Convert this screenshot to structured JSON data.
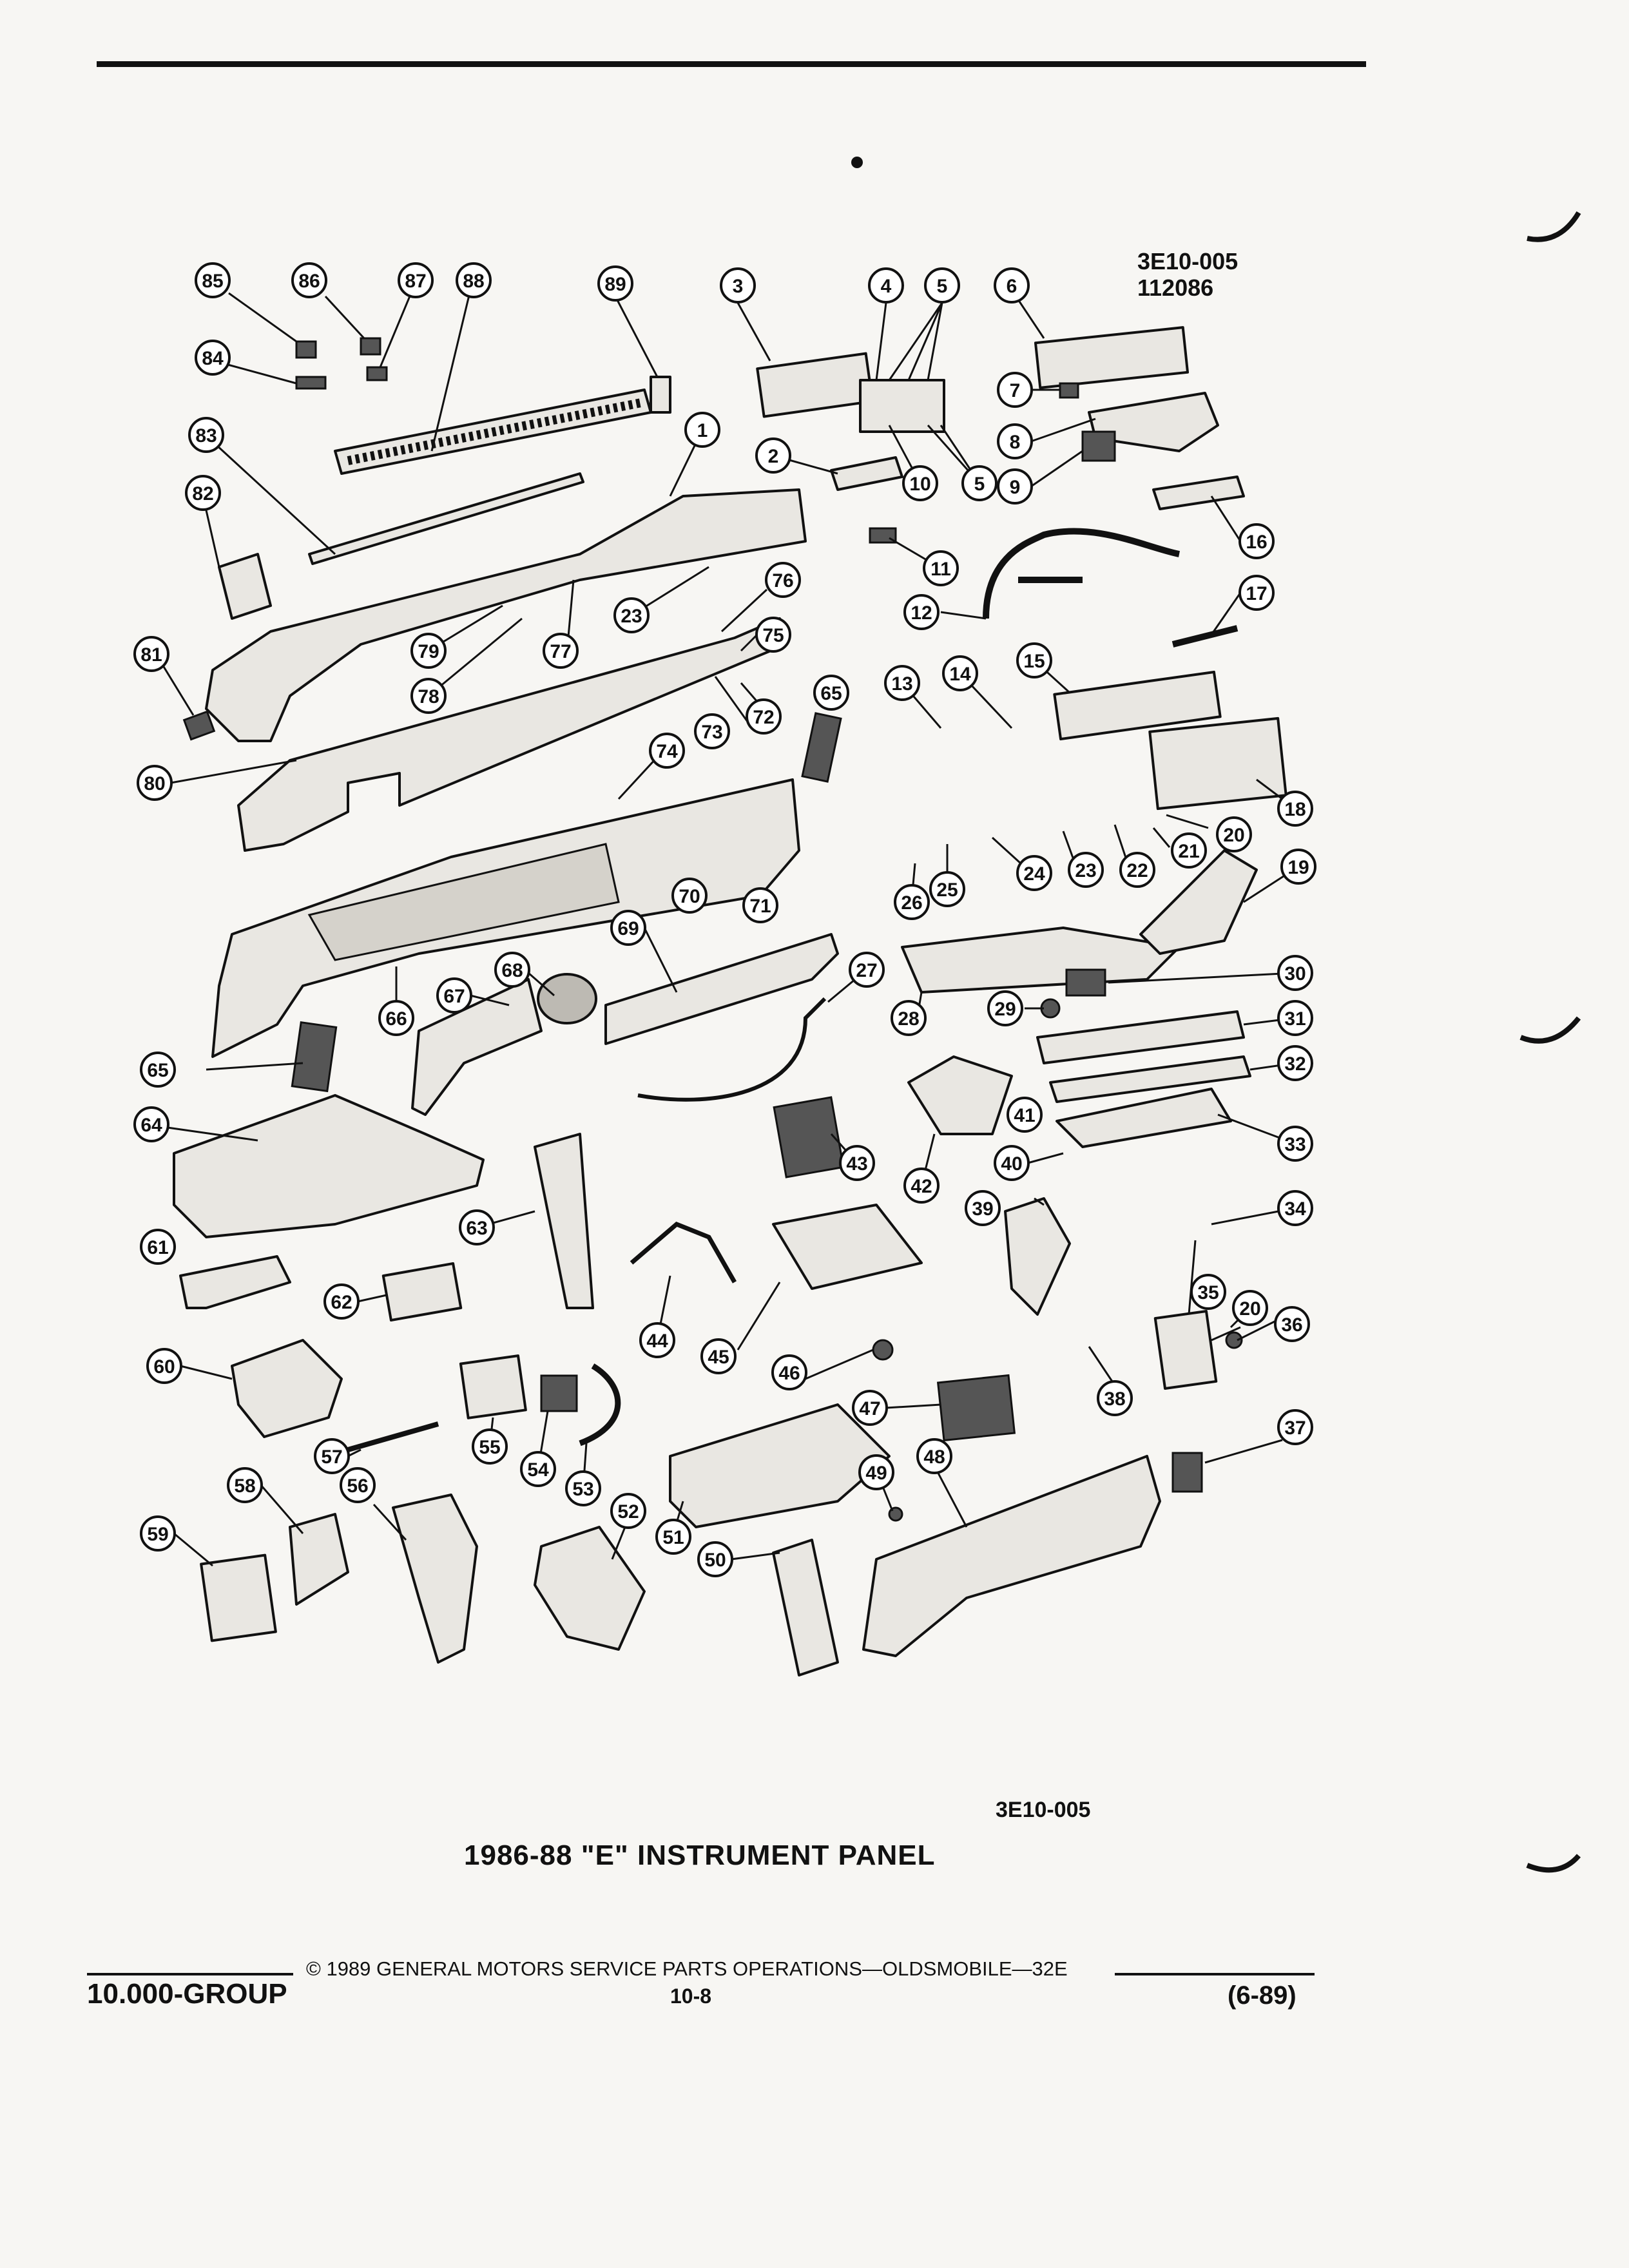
{
  "header": {
    "ref_code": "3E10-005",
    "ref_number": "112086"
  },
  "diagram": {
    "callouts": [
      "1",
      "2",
      "3",
      "4",
      "5",
      "5",
      "5",
      "6",
      "7",
      "8",
      "9",
      "10",
      "11",
      "12",
      "13",
      "14",
      "15",
      "16",
      "17",
      "18",
      "19",
      "20",
      "20",
      "21",
      "22",
      "23",
      "23",
      "24",
      "25",
      "26",
      "27",
      "28",
      "29",
      "30",
      "31",
      "32",
      "33",
      "34",
      "35",
      "36",
      "37",
      "38",
      "39",
      "40",
      "41",
      "42",
      "43",
      "44",
      "45",
      "46",
      "47",
      "48",
      "49",
      "50",
      "51",
      "52",
      "53",
      "54",
      "55",
      "56",
      "57",
      "58",
      "59",
      "60",
      "61",
      "62",
      "63",
      "64",
      "65",
      "65",
      "66",
      "67",
      "68",
      "69",
      "70",
      "71",
      "72",
      "73",
      "74",
      "75",
      "76",
      "77",
      "78",
      "79",
      "80",
      "81",
      "82",
      "83",
      "84",
      "85",
      "86",
      "87",
      "88",
      "89"
    ]
  },
  "caption": {
    "code": "3E10-005",
    "title": "1986-88 \"E\" INSTRUMENT PANEL"
  },
  "footer": {
    "group": "10.000-GROUP",
    "copyright": "© 1989 GENERAL MOTORS SERVICE PARTS OPERATIONS—OLDSMOBILE—32E",
    "page": "10-8",
    "date": "(6-89)"
  }
}
